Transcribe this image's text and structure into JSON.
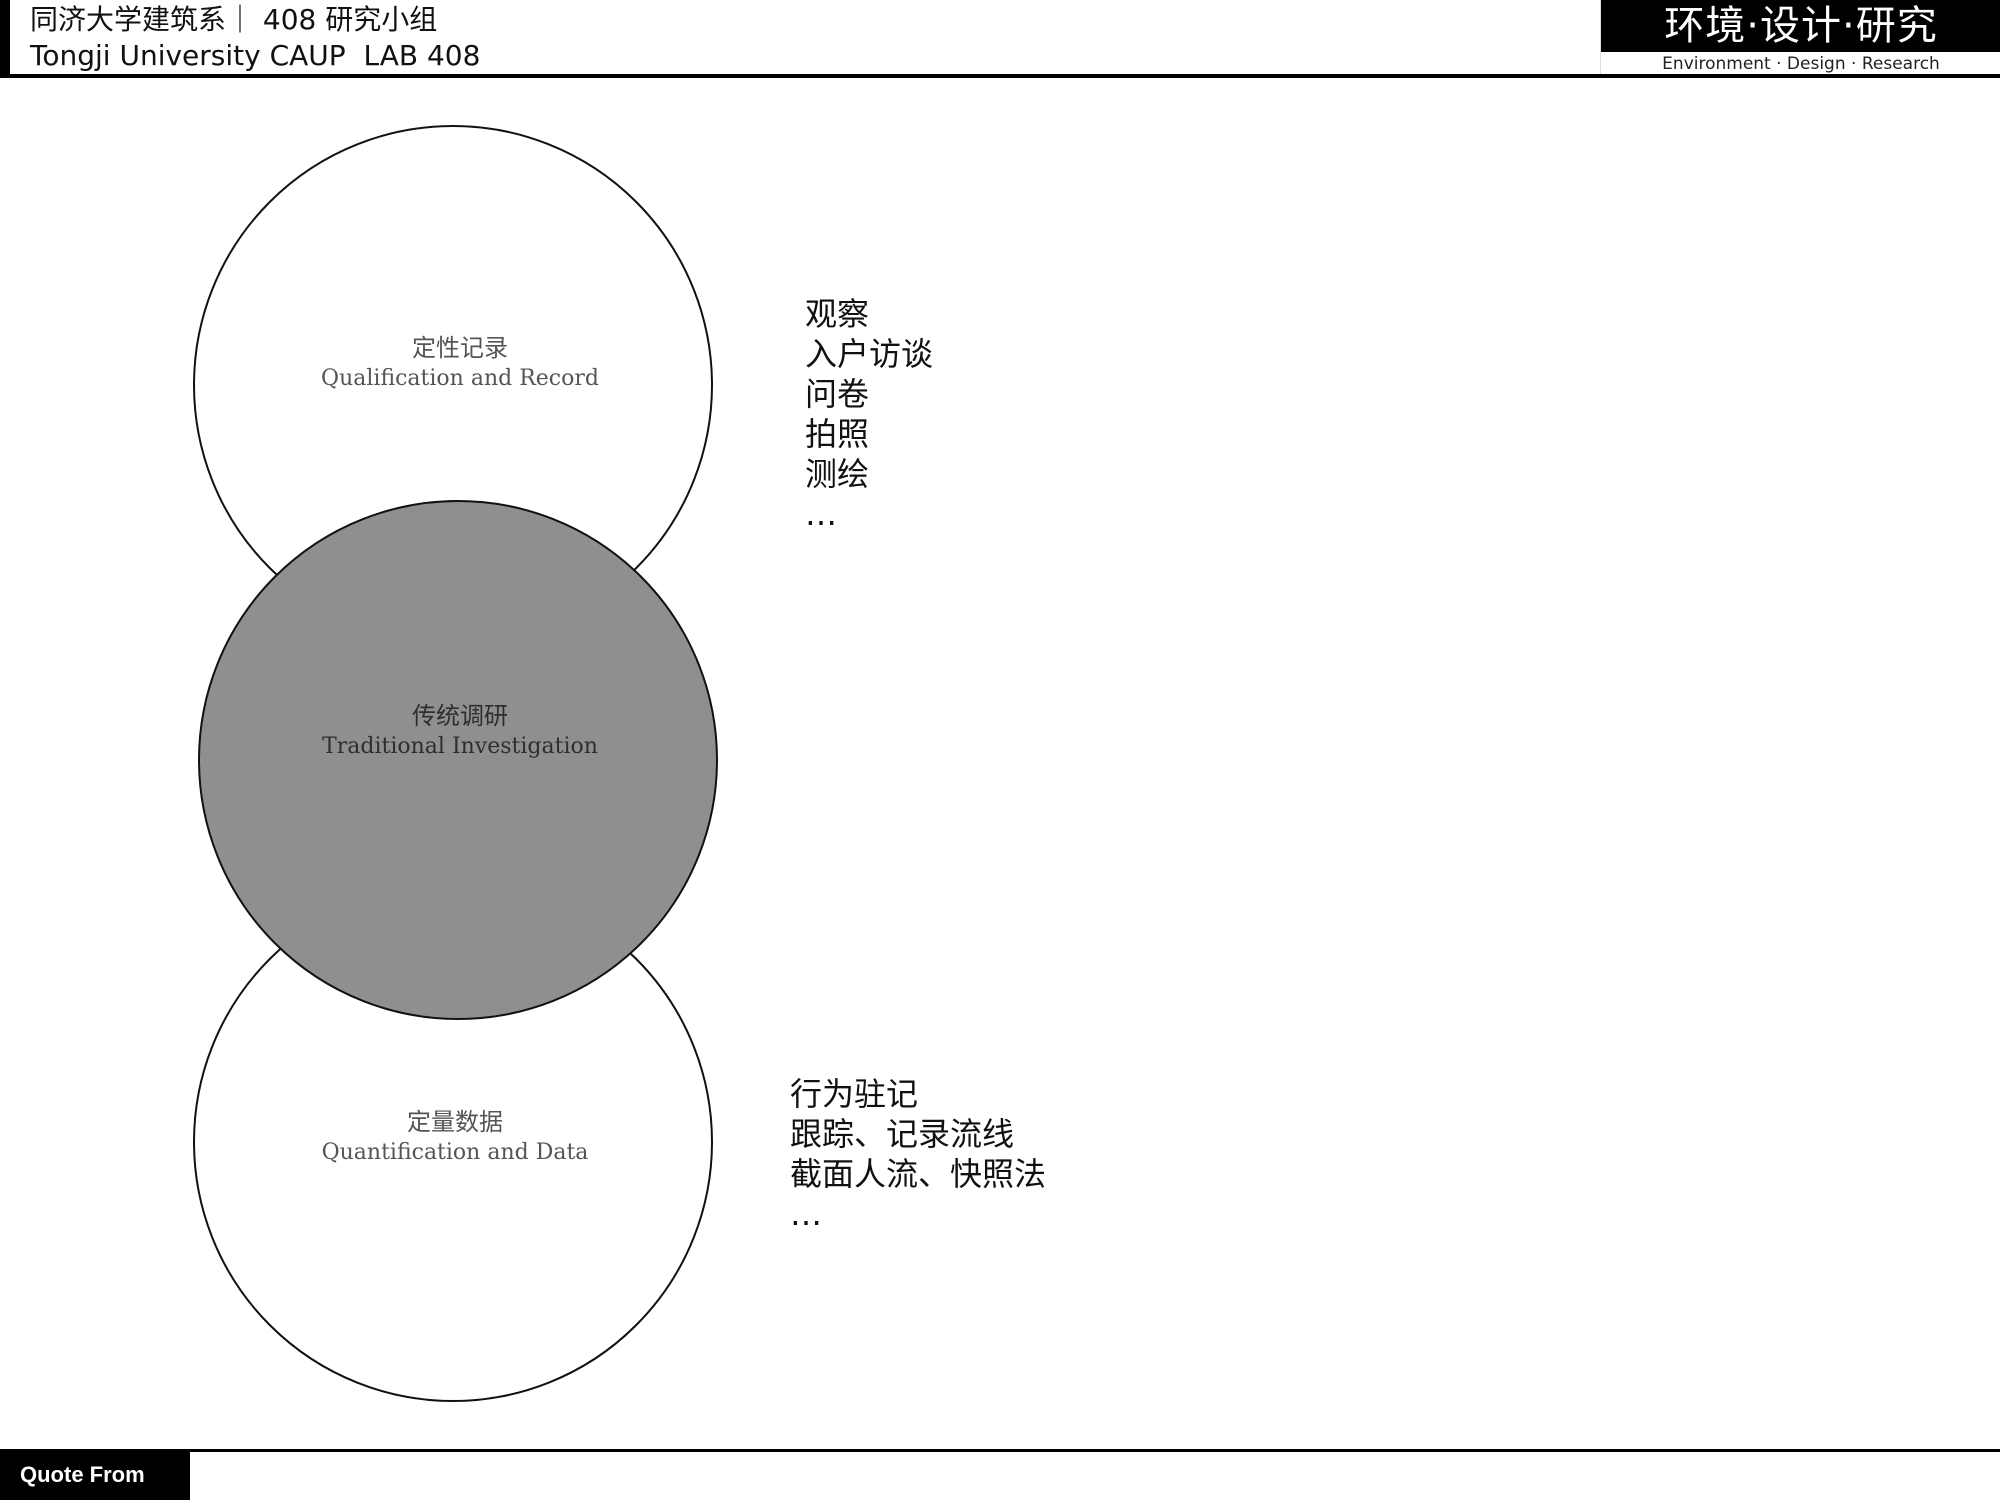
{
  "header": {
    "line1": "同济大学建筑系｜ 408 研究小组",
    "line2": "Tongji University CAUP  LAB 408"
  },
  "logo": {
    "title": "环境·设计·研究",
    "subtitle": "Environment · Design · Research"
  },
  "diagram": {
    "circles": [
      {
        "cn": "定性记录",
        "en": "Qualification and Record",
        "fill": "#ffffff"
      },
      {
        "cn": "传统调研",
        "en": "Traditional Investigation",
        "fill": "#8f8f8f"
      },
      {
        "cn": "定量数据",
        "en": "Quantification and Data",
        "fill": "#ffffff"
      }
    ],
    "qualitative_methods": [
      "观察",
      "入户访谈",
      "问卷",
      "拍照",
      "测绘",
      "…"
    ],
    "quantitative_methods": [
      "行为驻记",
      "跟踪、记录流线",
      "截面人流、快照法",
      "…"
    ]
  },
  "footer": {
    "tab_label": "Quote From"
  },
  "colors": {
    "stroke": "#111111",
    "center_fill": "#8f8f8f",
    "header_bar": "#000000"
  }
}
